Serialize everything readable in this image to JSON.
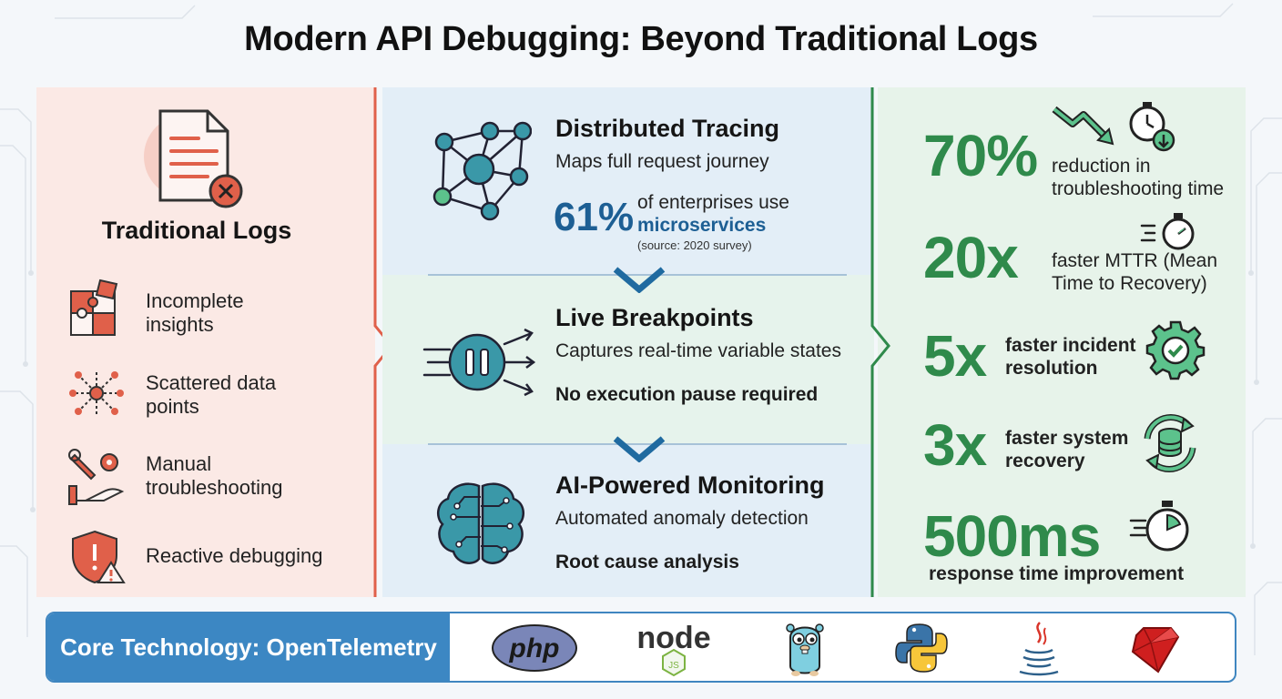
{
  "title": "Modern API Debugging: Beyond Traditional Logs",
  "traditional": {
    "title": "Traditional Logs",
    "items": [
      {
        "icon": "puzzle-icon",
        "label_line1": "Incomplete",
        "label_line2": "insights"
      },
      {
        "icon": "scatter-icon",
        "label_line1": "Scattered data",
        "label_line2": "points"
      },
      {
        "icon": "wrench-gear-icon",
        "label_line1": "Manual",
        "label_line2": "troubleshooting"
      },
      {
        "icon": "shield-alert-icon",
        "label_line1": "Reactive debugging",
        "label_line2": ""
      }
    ]
  },
  "modern": {
    "tracing": {
      "title": "Distributed Tracing",
      "subtitle": "Maps full request journey",
      "stat_value": "61%",
      "stat_text": "of enterprises use",
      "stat_bold": "microservices",
      "stat_source": "(source: 2020 survey)"
    },
    "breakpoints": {
      "title": "Live Breakpoints",
      "subtitle": "Captures real-time variable states",
      "note": "No execution pause required"
    },
    "ai": {
      "title": "AI-Powered Monitoring",
      "subtitle": "Automated anomaly detection",
      "note": "Root cause analysis"
    }
  },
  "metrics": [
    {
      "value": "70%",
      "line1": "reduction in",
      "line2": "troubleshooting time",
      "icon": "downtrend-stopwatch-icon"
    },
    {
      "value": "20x",
      "line1": "faster MTTR (Mean",
      "line2": "Time to Recovery)",
      "icon": "stopwatch-icon"
    },
    {
      "value": "5x",
      "line1": "faster incident",
      "line2": "resolution",
      "icon": "gear-check-icon"
    },
    {
      "value": "3x",
      "line1": "faster system",
      "line2": "recovery",
      "icon": "database-refresh-icon"
    },
    {
      "value": "500ms",
      "line1": "response time improvement",
      "line2": "",
      "icon": "fast-stopwatch-icon"
    }
  ],
  "bottom": {
    "label": "Core Technology: OpenTelemetry",
    "logos": {
      "php": "php",
      "node_main": "node",
      "node_sub": "JS"
    }
  },
  "colors": {
    "red_accent": "#e0604a",
    "blue_accent": "#1d5f94",
    "green_accent": "#2f8a4b",
    "bar_blue": "#3c87c3"
  }
}
